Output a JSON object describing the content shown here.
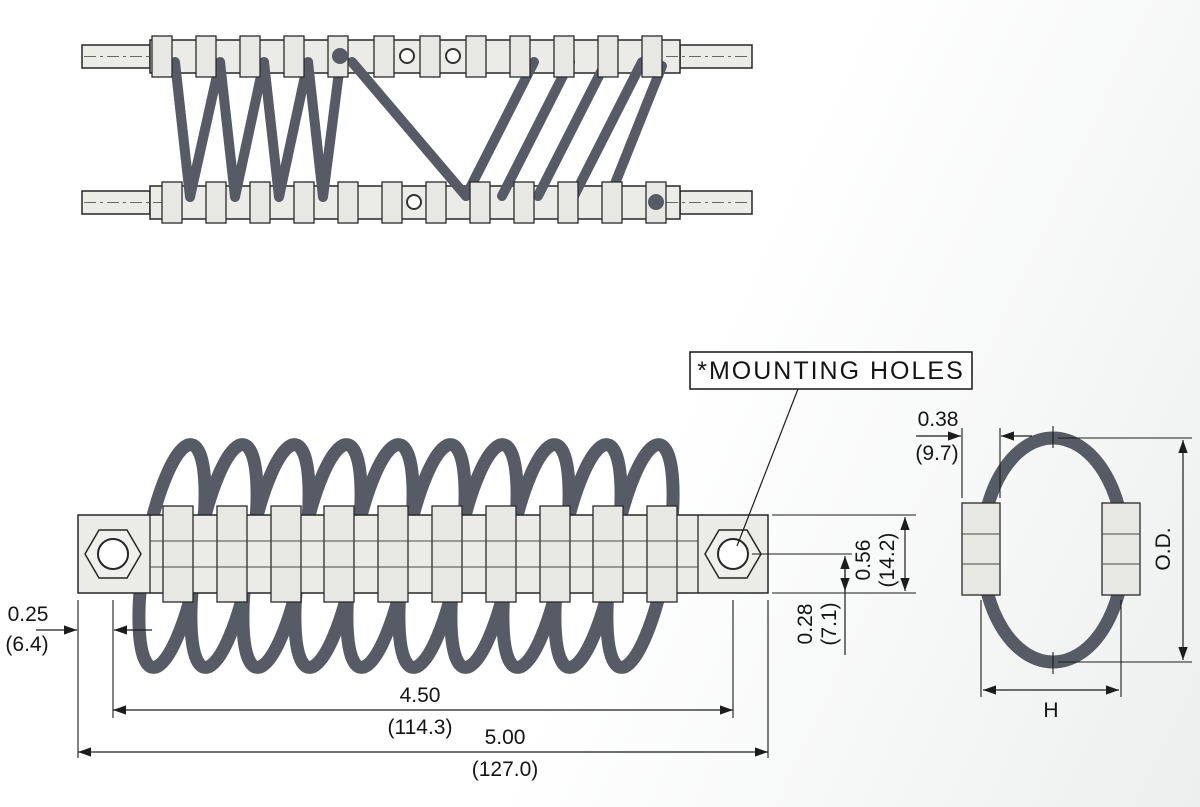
{
  "drawing": {
    "callout_mounting_holes": "*MOUNTING HOLES",
    "front": {
      "offset": {
        "in": "0.25",
        "mm": "(6.4)"
      },
      "span": {
        "in": "4.50",
        "mm": "(114.3)"
      },
      "overall": {
        "in": "5.00",
        "mm": "(127.0)"
      },
      "height": {
        "in": "0.56",
        "mm": "(14.2)"
      },
      "edge": {
        "in": "0.28",
        "mm": "(7.1)"
      }
    },
    "side": {
      "clamp": {
        "in": "0.38",
        "mm": "(9.7)"
      },
      "od": "O.D.",
      "h": "H"
    },
    "colors": {
      "cable": "#565b66",
      "bar": "#ebebe8",
      "line": "#1c1c1c",
      "background_tint": "#edefef"
    }
  }
}
